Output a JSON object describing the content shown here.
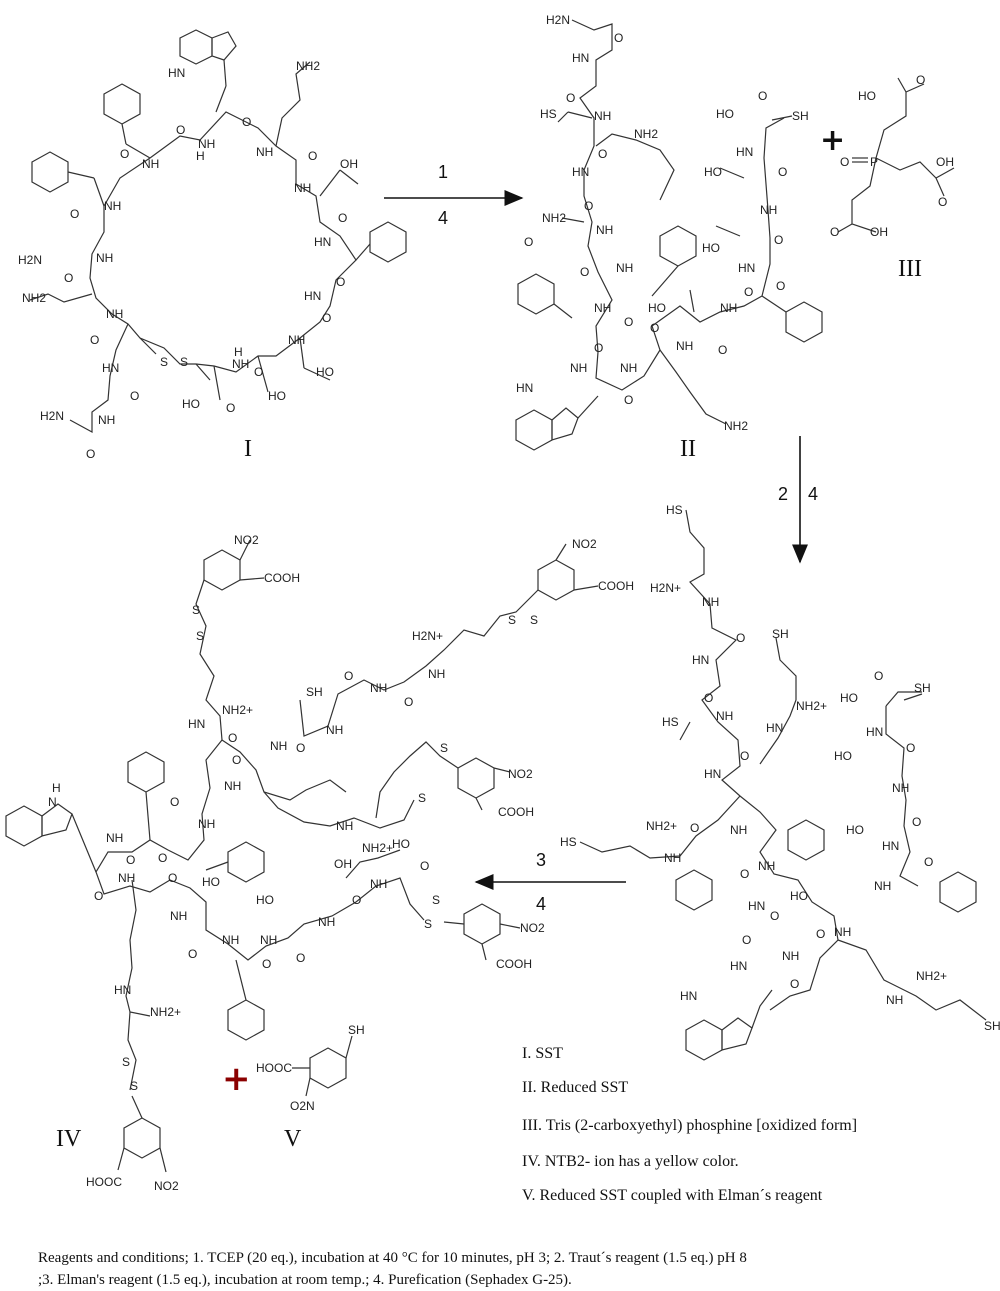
{
  "compounds": {
    "I": "I",
    "II": "II",
    "III": "III",
    "IV": "IV",
    "V": "V"
  },
  "steps": {
    "arrow1_top": "1",
    "arrow1_bottom": "4",
    "arrow2_left": "2",
    "arrow2_right": "4",
    "arrow3_top": "3",
    "arrow3_bottom": "4"
  },
  "groups": {
    "nh2": "NH2",
    "nh": "NH",
    "hn": "HN",
    "h2n": "H2N",
    "h": "H",
    "o": "O",
    "oh": "OH",
    "ho": "HO",
    "sh": "SH",
    "hs": "HS",
    "s": "S",
    "ss": "S—S",
    "p": "P",
    "no2": "NO2",
    "cooh": "COOH",
    "hooc": "HOOC",
    "o2n": "O2N",
    "nh2plus": "NH2+",
    "h2nplus": "H2N+",
    "nh2amide": "NH2"
  },
  "legend": [
    "I. SST",
    "II. Reduced SST",
    "III. Tris (2-carboxyethyl) phosphine [oxidized form]",
    "IV.  NTB2- ion has a yellow color.",
    "V.  Reduced SST coupled with Elman´s reagent"
  ],
  "conditions": {
    "line1": "Reagents and conditions; 1. TCEP (20 eq.), incubation at 40 °C for 10 minutes, pH 3; 2. Traut´s reagent (1.5 eq.) pH 8",
    "line2": ";3. Elman's reagent  (1.5 eq.), incubation at room temp.;  4. Purefication (Sephadex G-25)."
  },
  "colors": {
    "plus_red": "#8b0000",
    "ink": "#111111"
  }
}
